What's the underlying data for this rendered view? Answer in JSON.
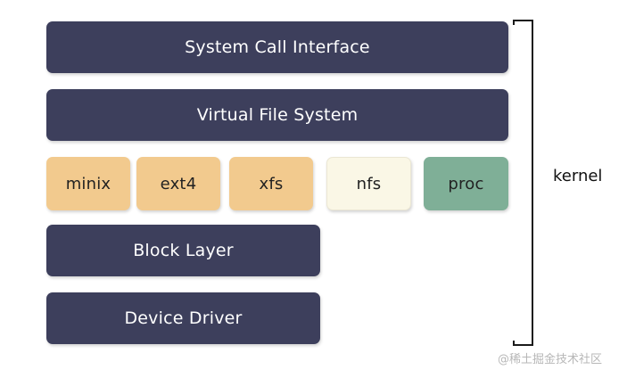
{
  "layers": {
    "syscall": "System Call Interface",
    "vfs": "Virtual File System",
    "block": "Block Layer",
    "driver": "Device Driver"
  },
  "filesystems": [
    "minix",
    "ext4",
    "xfs",
    "nfs",
    "proc"
  ],
  "bracket_label": "kernel",
  "watermark": "@稀土掘金技术社区",
  "colors": {
    "layer": "#3d3f5c",
    "disk_fs": "#f2ca8e",
    "network_fs": "#faf7e6",
    "virtual_fs": "#7faf97"
  }
}
